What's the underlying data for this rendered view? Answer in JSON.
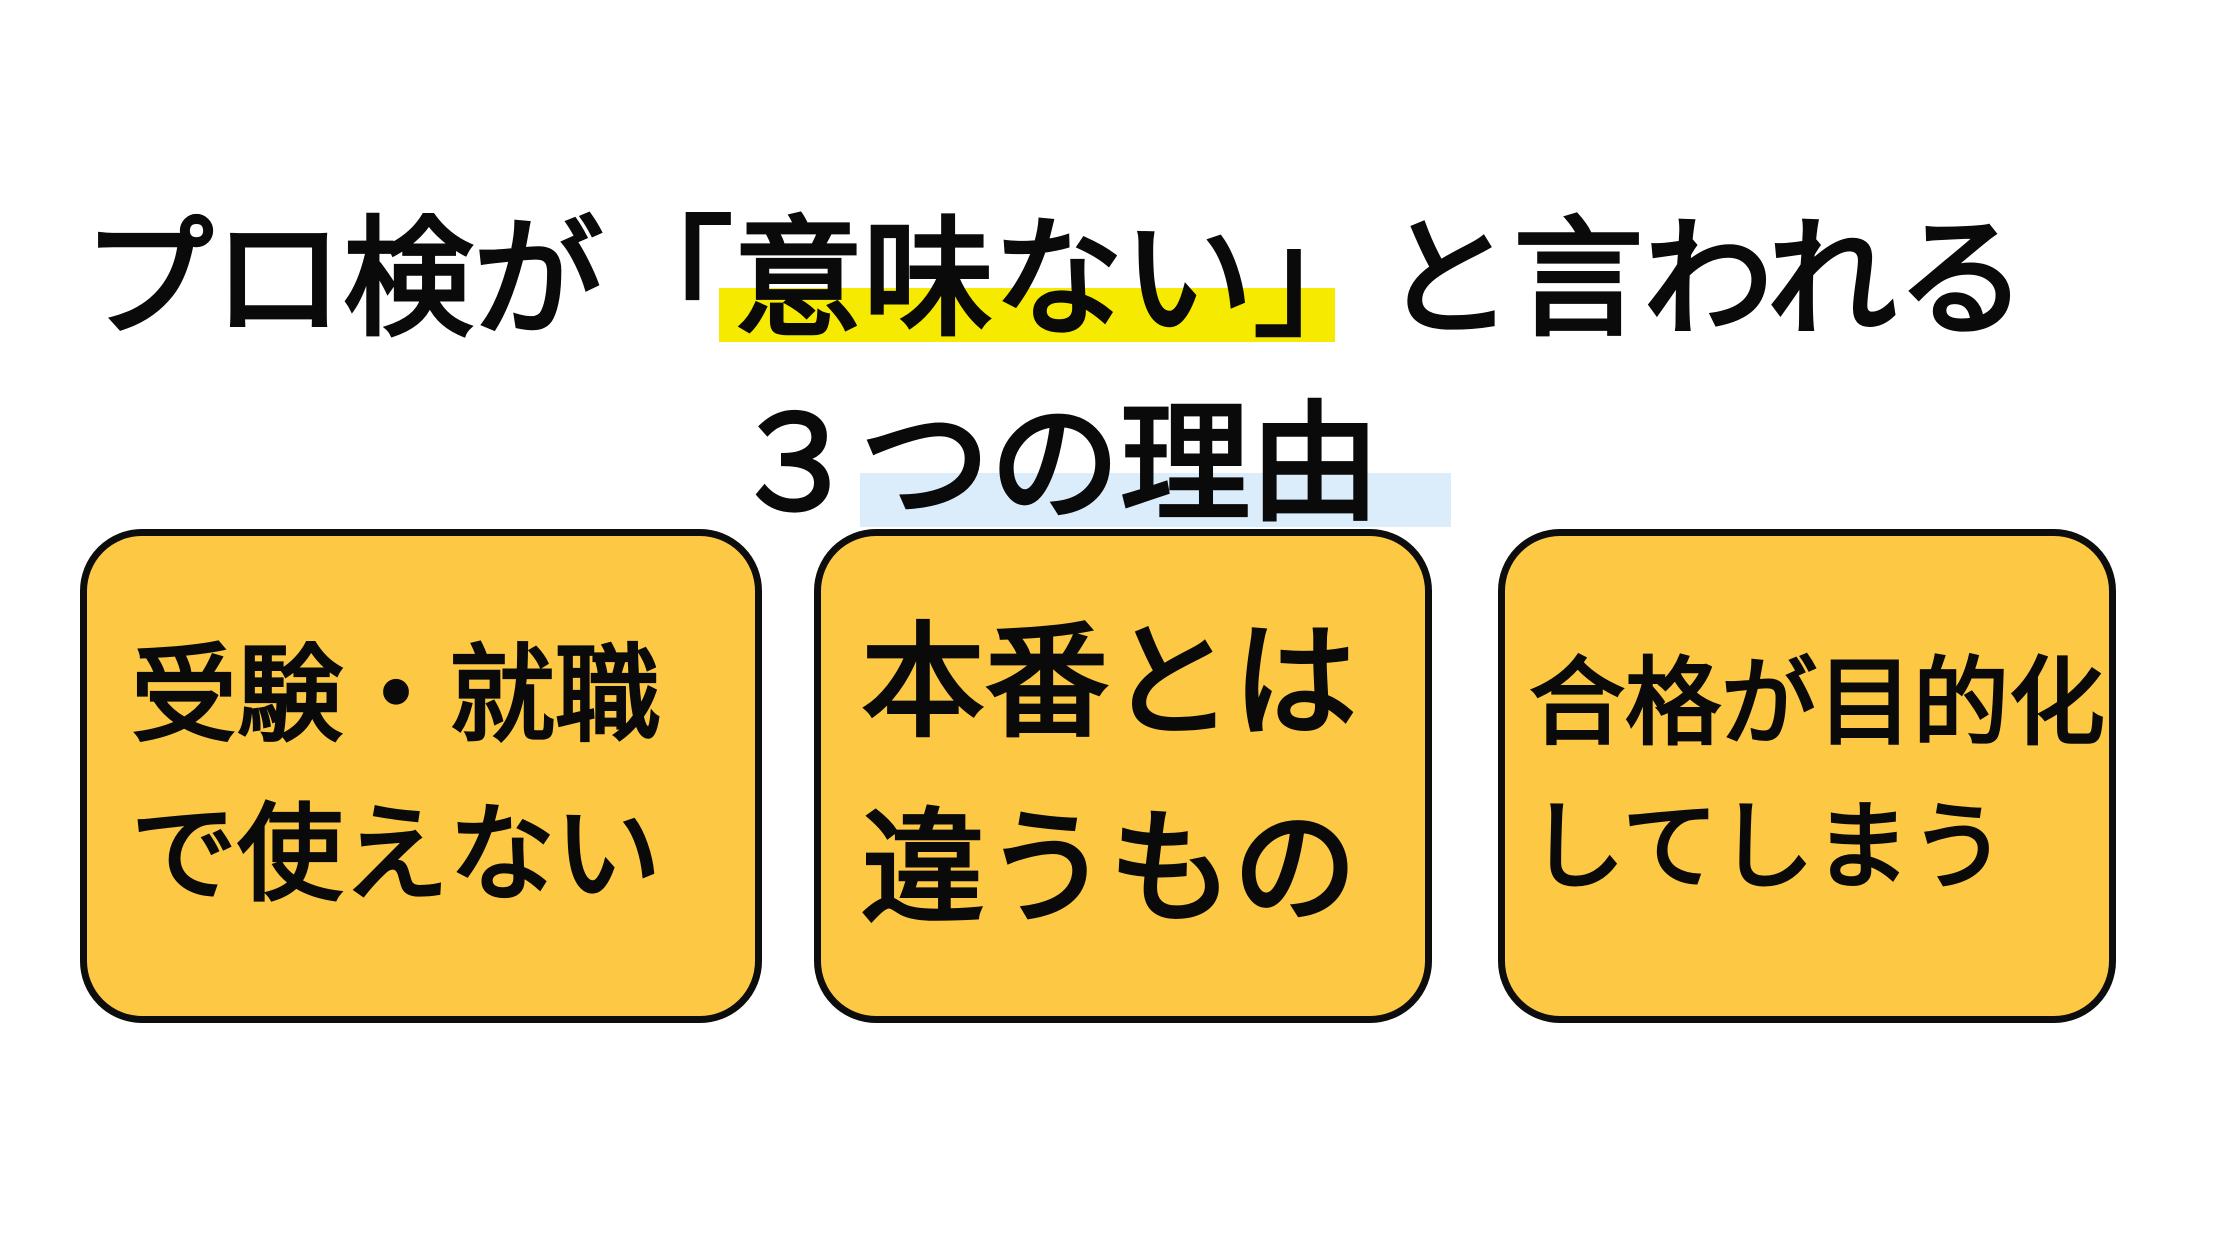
{
  "slide": {
    "title": {
      "line1_prefix": "プロ検が「",
      "line1_highlighted": "意味ない",
      "line1_suffix": "」と言われる",
      "line2_prefix": "３",
      "line2_highlighted": "つの理由"
    },
    "cards": [
      {
        "line1": "受験・就職",
        "line2": "で使えない"
      },
      {
        "line1": "本番とは",
        "line2": "違うもの"
      },
      {
        "line1": "合格が目的化",
        "line2": "してしまう"
      }
    ],
    "colors": {
      "highlight_yellow": "#f6eb00",
      "highlight_blue": "#dbedfa",
      "card_fill": "#fdc945",
      "card_border": "#0d0d0d",
      "text": "#0a0a0a",
      "background": "#ffffff"
    }
  }
}
